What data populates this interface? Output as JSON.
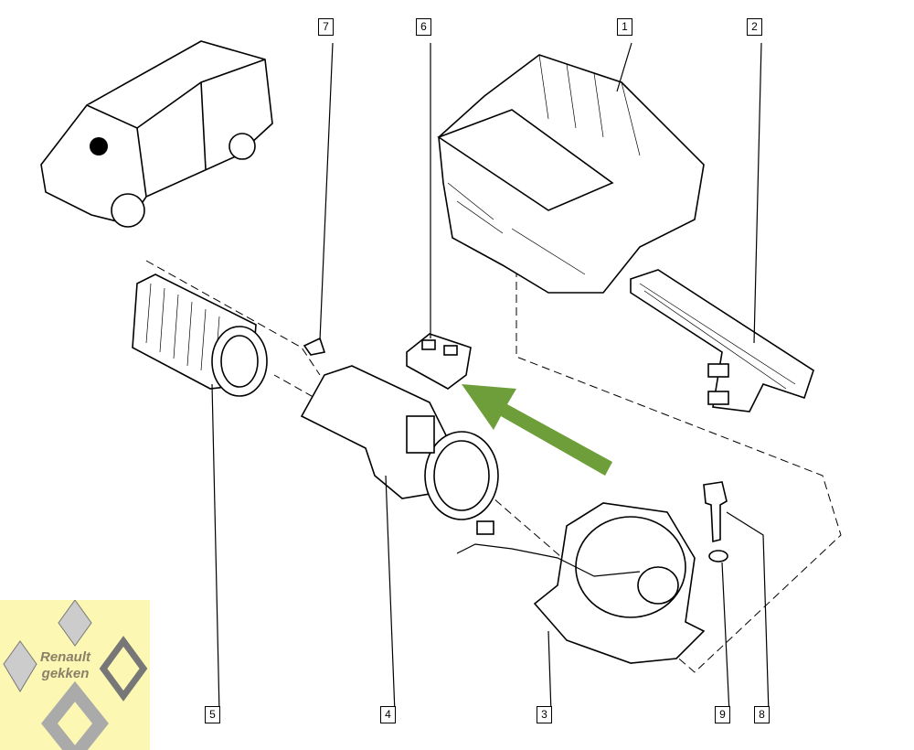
{
  "callouts": [
    "1",
    "2",
    "3",
    "4",
    "5",
    "6",
    "7",
    "8",
    "9"
  ],
  "logo": {
    "line1": "Renault",
    "line2": "gekken"
  },
  "colors": {
    "arrow": "#6d9e3a",
    "logo_bg": "#fdf7b4"
  }
}
